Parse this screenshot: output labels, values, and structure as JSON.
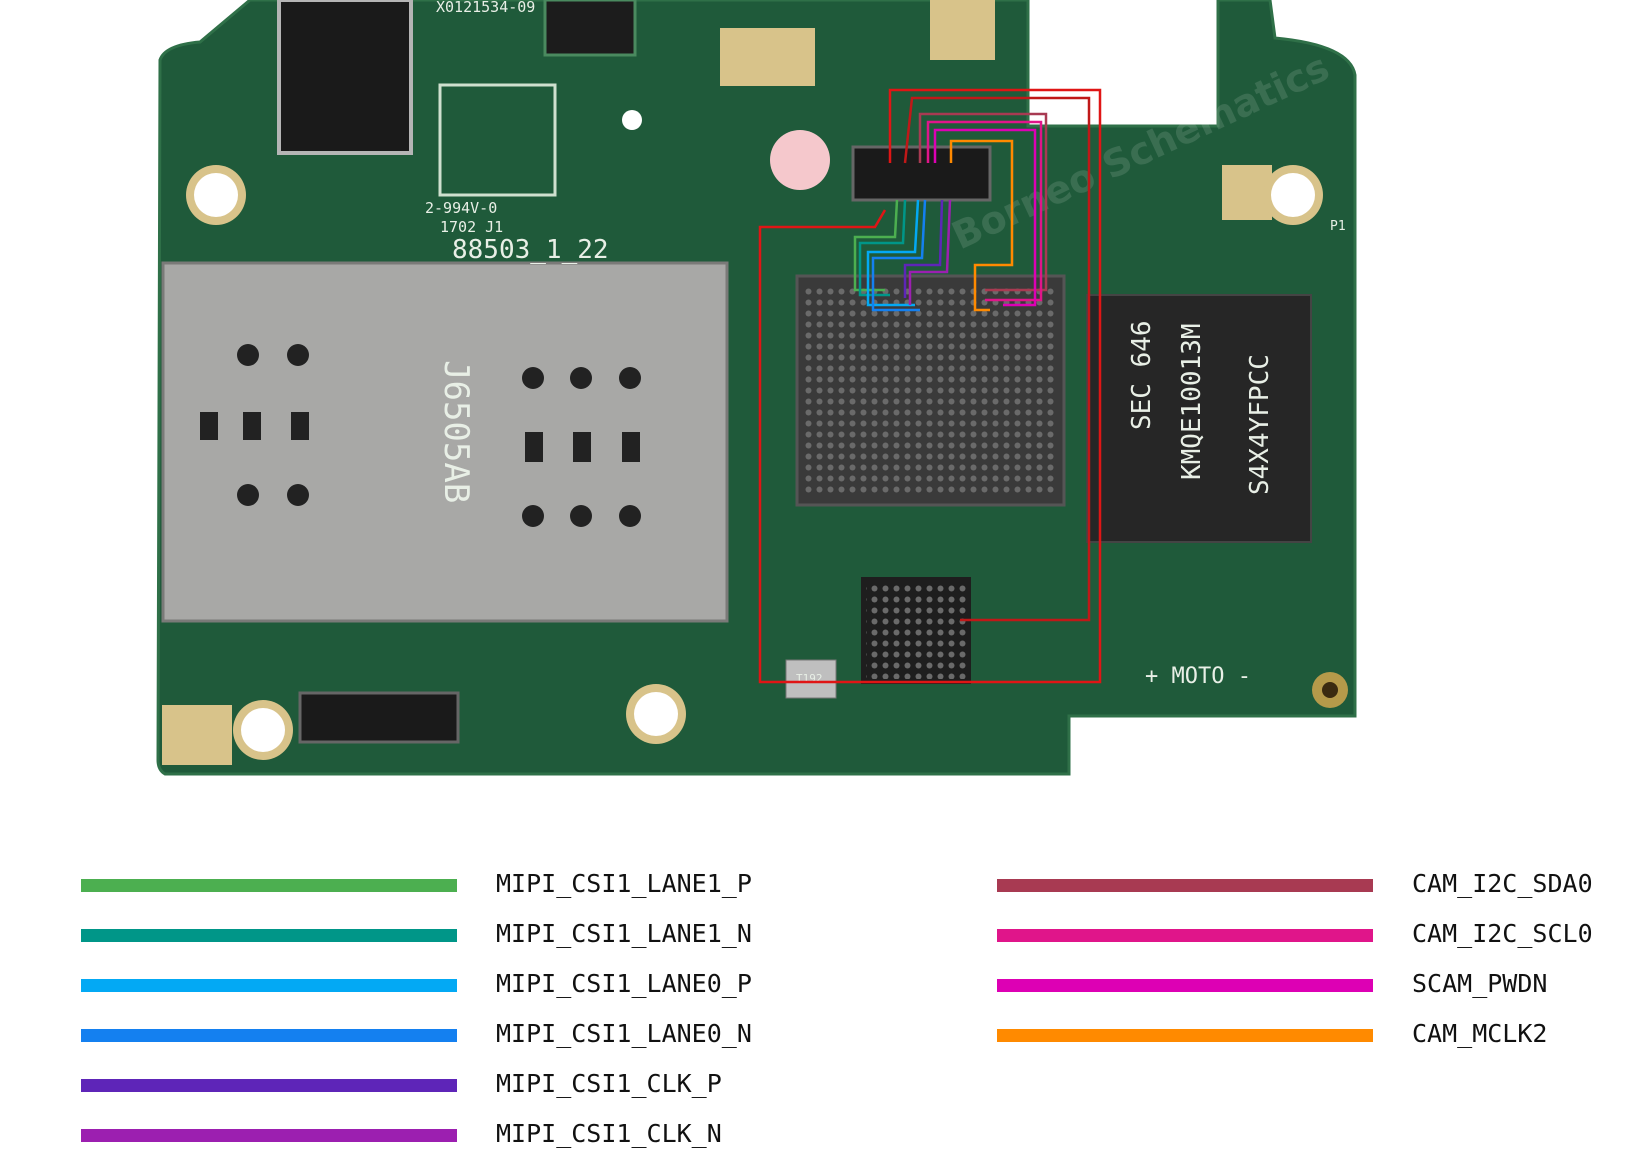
{
  "board": {
    "silkscreen": {
      "top_code": "X0121534-09",
      "board_id": "88503_1_22",
      "board_rev": "2-994V-0",
      "date_code": "1702 J1",
      "sim_tray": "J6505AB",
      "motor": "+ MOTO -",
      "crystal": "T192",
      "pin1": "P1",
      "memory_line1": "SEC 646",
      "memory_line2": "KMQE10013M",
      "memory_line3": "S4X4YFPCC"
    },
    "watermark": "Borneo Schematics"
  },
  "legend": {
    "left": [
      {
        "label": "MIPI_CSI1_LANE1_P",
        "color": "#4caf50"
      },
      {
        "label": "MIPI_CSI1_LANE1_N",
        "color": "#009688"
      },
      {
        "label": "MIPI_CSI1_LANE0_P",
        "color": "#03a9f4"
      },
      {
        "label": "MIPI_CSI1_LANE0_N",
        "color": "#1480f0"
      },
      {
        "label": "MIPI_CSI1_CLK_P",
        "color": "#5e25b8"
      },
      {
        "label": "MIPI_CSI1_CLK_N",
        "color": "#9c1fb0"
      }
    ],
    "right": [
      {
        "label": "CAM_I2C_SDA0",
        "color": "#a83a52"
      },
      {
        "label": "CAM_I2C_SCL0",
        "color": "#e0158a"
      },
      {
        "label": "SCAM_PWDN",
        "color": "#dd00b4"
      },
      {
        "label": "CAM_MCLK2",
        "color": "#ff8a00"
      }
    ]
  },
  "colors": {
    "pcb": "#1f5a3a",
    "pcb_edge": "#2d6e47",
    "power_trace": "#e01515"
  }
}
